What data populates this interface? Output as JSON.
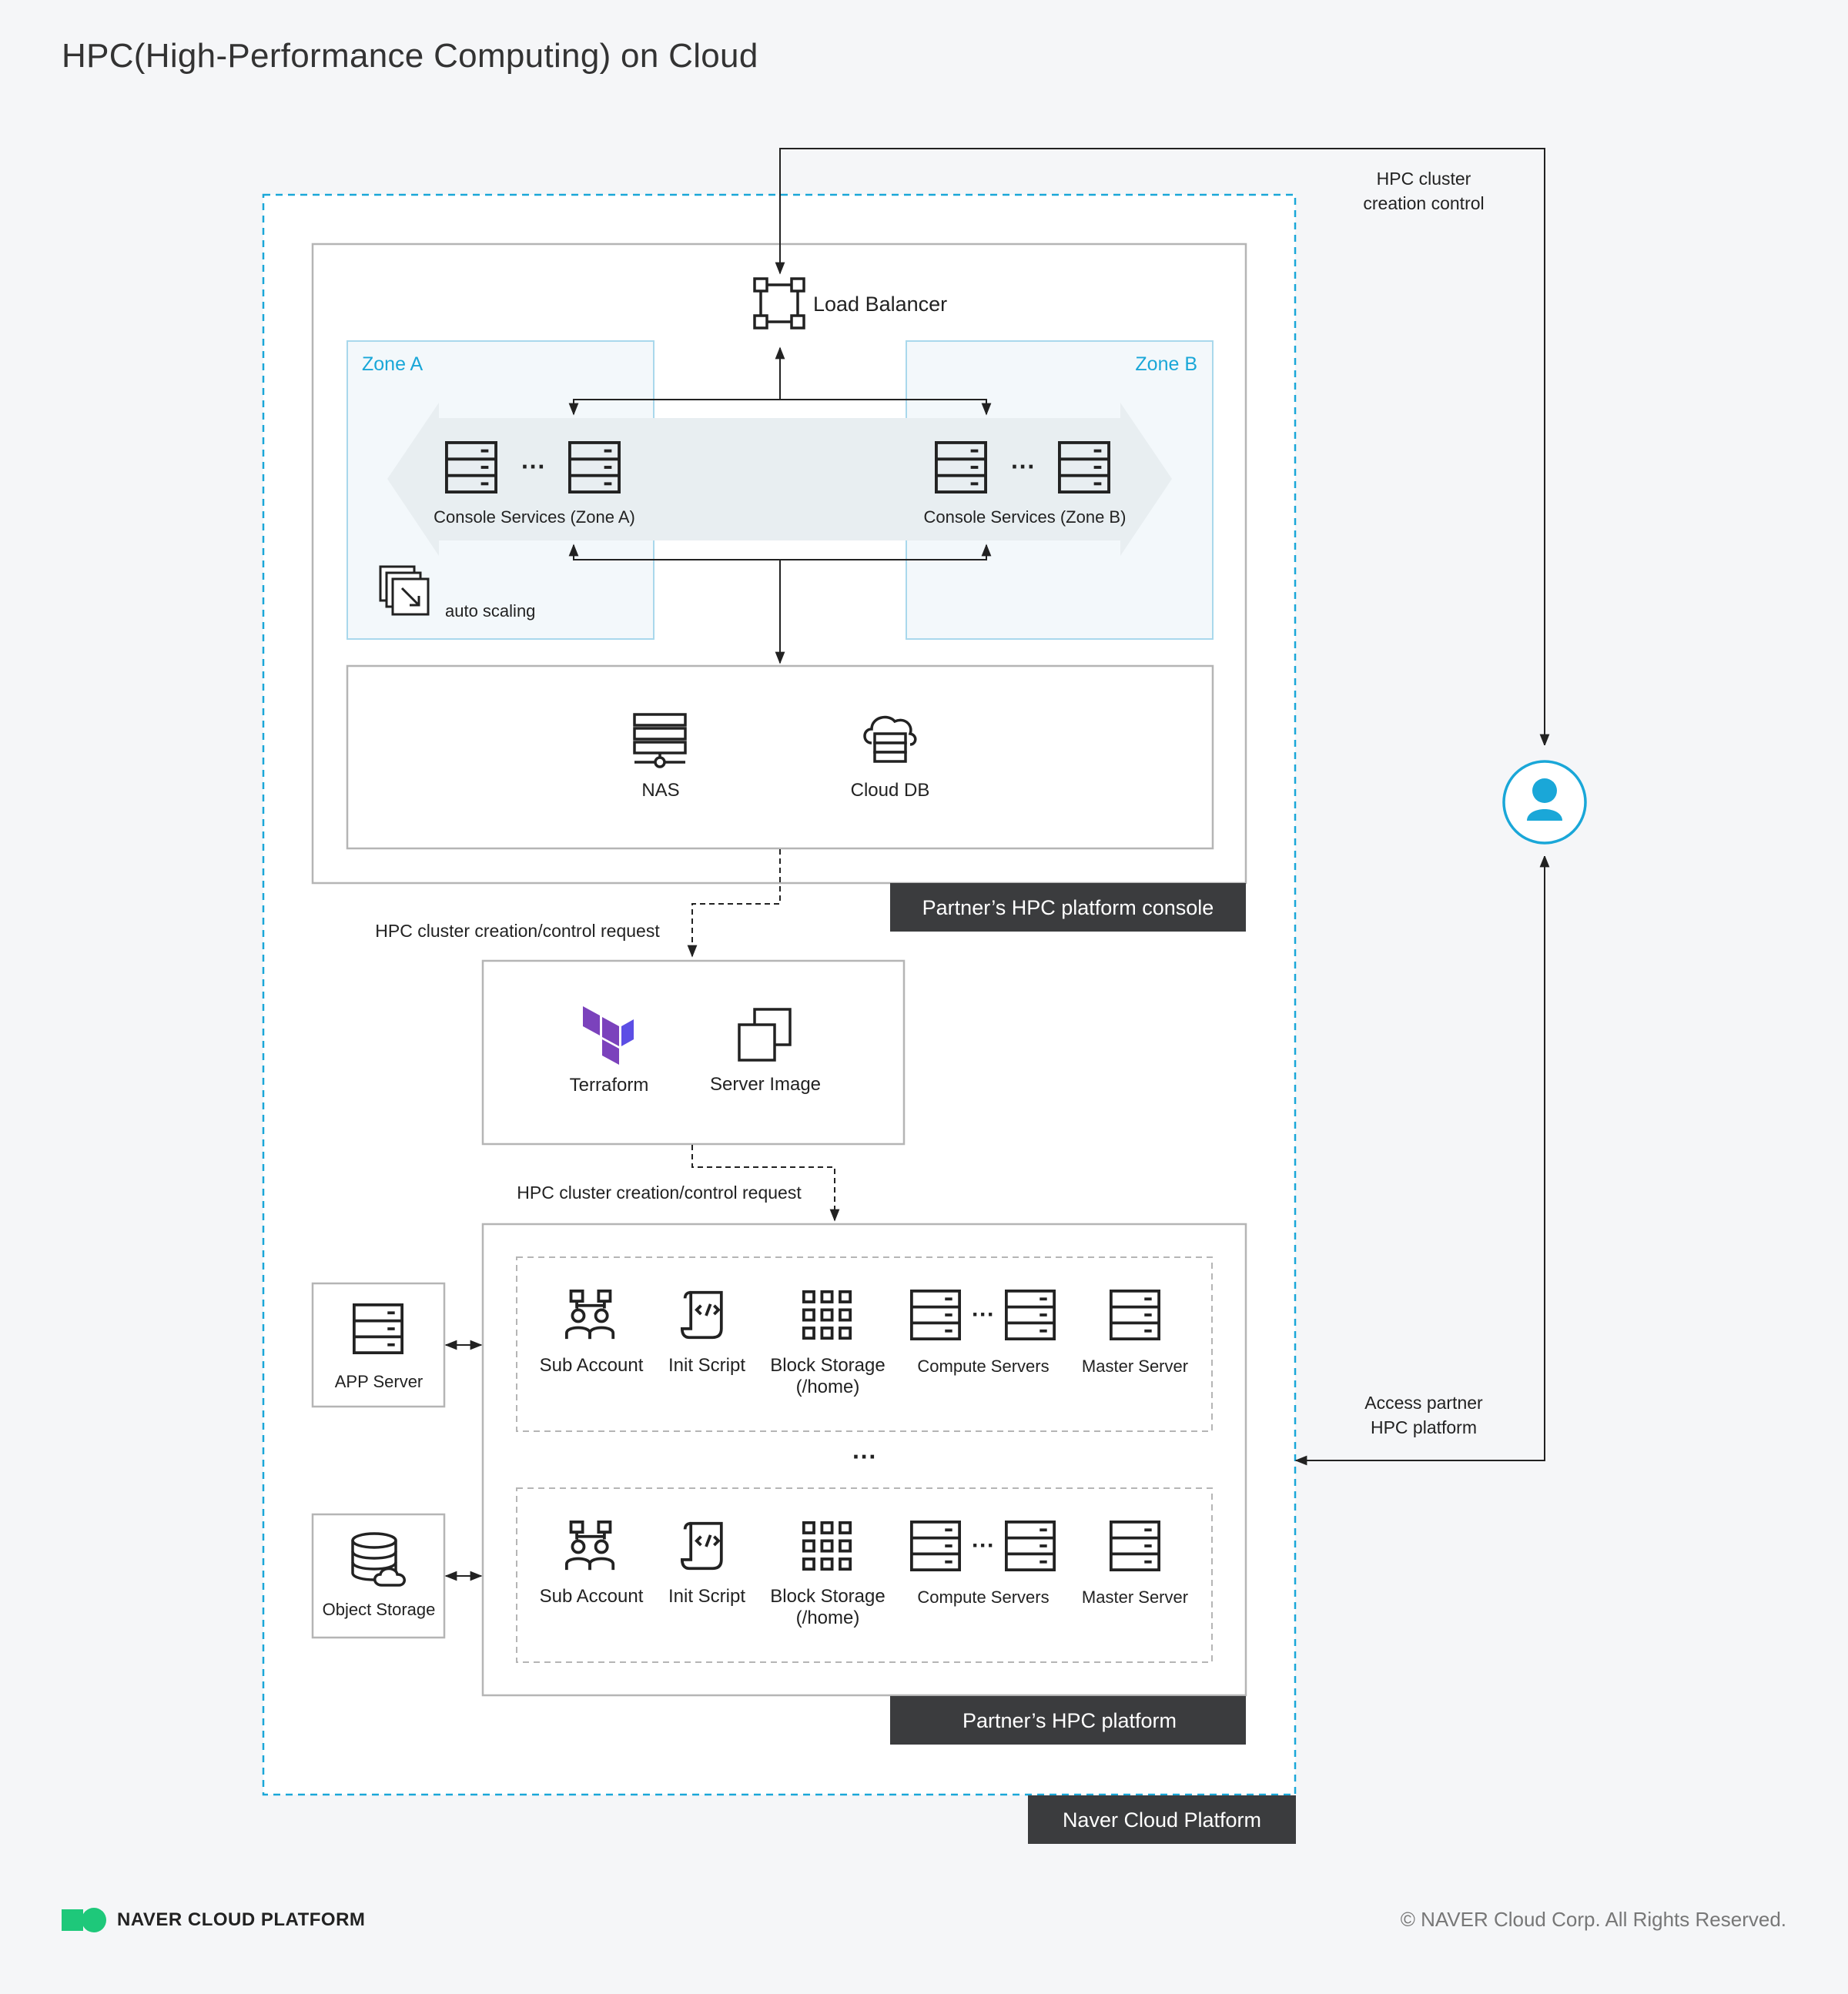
{
  "title": "HPC(High-Performance Computing) on Cloud",
  "load_balancer": "Load Balancer",
  "zones": {
    "a": "Zone A",
    "b": "Zone B"
  },
  "console_services": {
    "a": "Console Services (Zone A)",
    "b": "Console Services (Zone B)"
  },
  "auto_scaling": "auto scaling",
  "storage": {
    "nas": "NAS",
    "cloud_db": "Cloud DB"
  },
  "console_label": "Partner’s HPC platform console",
  "request_label_1": "HPC cluster creation/control request",
  "terraform": "Terraform",
  "server_image": "Server Image",
  "request_label_2": "HPC cluster creation/control request",
  "cluster_rows": [
    {
      "sub_account": "Sub Account",
      "init_script": "Init Script",
      "block_storage": [
        "Block Storage",
        "(/home)"
      ],
      "compute_servers": "Compute Servers",
      "master_server": "Master Server"
    },
    {
      "sub_account": "Sub Account",
      "init_script": "Init Script",
      "block_storage": [
        "Block Storage",
        "(/home)"
      ],
      "compute_servers": "Compute Servers",
      "master_server": "Master Server"
    }
  ],
  "app_server": "APP Server",
  "object_storage": "Object Storage",
  "platform_label": "Partner’s HPC platform",
  "ncp_label": "Naver Cloud Platform",
  "user_notes": {
    "top": [
      "HPC cluster",
      "creation control"
    ],
    "bottom": [
      "Access partner",
      "HPC platform"
    ]
  },
  "footer": {
    "brand": "NAVER CLOUD PLATFORM",
    "copyright": "© NAVER Cloud Corp. All Rights Reserved."
  },
  "colors": {
    "accent": "#1aa7d8",
    "dark_label": "#3b3c3e",
    "brand_green": "#1ec87a",
    "terraform_purple": "#7b42bc"
  }
}
